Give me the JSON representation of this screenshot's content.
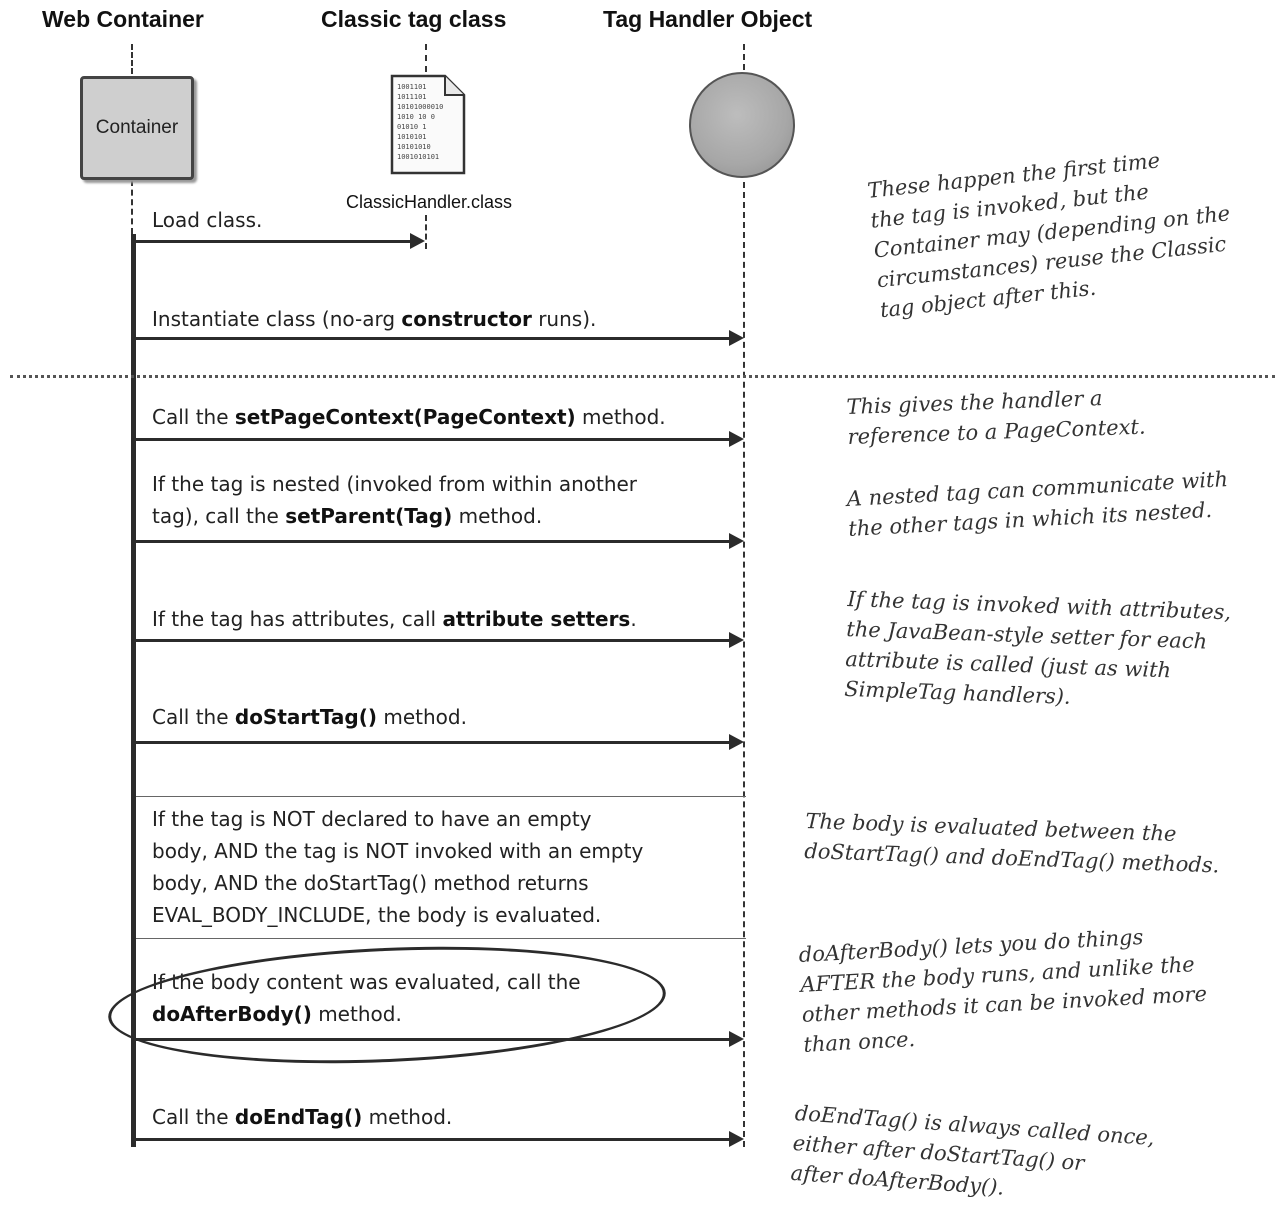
{
  "headers": {
    "web_container": "Web Container",
    "classic_tag_class": "Classic tag class",
    "tag_handler_object": "Tag Handler Object"
  },
  "container_label": "Container",
  "class_file": {
    "name": "ClassicHandler.class",
    "binary_lines": [
      "1001101",
      "1011101",
      "10101000010",
      "1010 10 0",
      "01010 1",
      "1010101",
      "10101010",
      "1001010101"
    ]
  },
  "steps": {
    "load": "Load class.",
    "instantiate": {
      "pre": "Instantiate class (no-arg ",
      "bold": "constructor",
      "post": " runs)."
    },
    "set_page_context": {
      "pre": "Call the ",
      "bold": "setPageContext(PageContext)",
      "post": " method."
    },
    "set_parent": {
      "line1": "If the tag is nested (invoked from within another",
      "pre": "tag), call the ",
      "bold": "setParent(Tag)",
      "post": " method."
    },
    "attributes": {
      "pre": "If the tag has attributes, call ",
      "bold": "attribute setters",
      "post": "."
    },
    "do_start_tag": {
      "pre": "Call the ",
      "bold": "doStartTag()",
      "post": " method."
    },
    "body": {
      "line1": "If the tag is NOT declared to have an empty",
      "line2": "body, AND the tag is NOT invoked with an empty",
      "line3": "body, AND the doStartTag() method returns",
      "line4": "EVAL_BODY_INCLUDE, the body is evaluated."
    },
    "do_after_body": {
      "line1": "If the body content was evaluated, call the",
      "bold": "doAfterBody()",
      "post": " method."
    },
    "do_end_tag": {
      "pre": "Call the ",
      "bold": "doEndTag()",
      "post": " method."
    }
  },
  "notes": {
    "first_time": [
      "These happen the first time",
      "the tag is invoked, but the",
      "Container may (depending on the",
      "circumstances) reuse the Classic",
      "tag object after this."
    ],
    "page_context": [
      "This gives the handler a",
      "reference to a PageContext."
    ],
    "nested": [
      "A nested tag can communicate with",
      "the other tags in which its nested."
    ],
    "attributes": [
      "If the tag is invoked with attributes,",
      "the JavaBean-style setter for each",
      "attribute is called (just as with",
      "SimpleTag handlers)."
    ],
    "body": [
      "The body is evaluated between the",
      "doStartTag() and doEndTag() methods."
    ],
    "after_body": [
      "doAfterBody() lets you do things",
      "AFTER the body runs, and unlike the",
      "other methods it can be invoked more",
      "than once."
    ],
    "end_tag": [
      "doEndTag() is always called once,",
      "either after doStartTag() or",
      "after doAfterBody()."
    ]
  }
}
